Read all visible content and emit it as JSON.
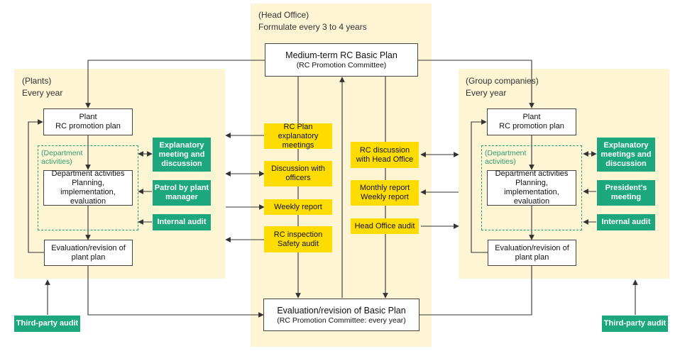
{
  "head_office": {
    "label_line1": "(Head Office)",
    "label_line2": "Formulate every 3 to 4 years",
    "top_box": {
      "title": "Medium-term RC Basic Plan",
      "subtitle": "(RC Promotion Committee)"
    },
    "bottom_box": {
      "title": "Evaluation/revision of Basic Plan",
      "subtitle": "(RC Promotion Committee: every year)"
    },
    "left_items": [
      {
        "line1": "RC Plan explanatory",
        "line2": "meetings"
      },
      {
        "line1": "Discussion with",
        "line2": "officers"
      },
      {
        "line1": "Weekly report",
        "line2": ""
      },
      {
        "line1": "RC inspection",
        "line2": "Safety audit"
      }
    ],
    "right_items": [
      {
        "line1": "RC discussion",
        "line2": "with Head Office"
      },
      {
        "line1": "Monthly report",
        "line2": "Weekly report"
      },
      {
        "line1": "Head Office audit",
        "line2": ""
      }
    ]
  },
  "plants": {
    "label_line1": "(Plants)",
    "label_line2": "Every year",
    "plan": {
      "line1": "Plant",
      "line2": "RC promotion plan"
    },
    "dept_label": {
      "line1": "(Department",
      "line2": "activities)"
    },
    "dept": {
      "line1": "Department activities",
      "line2": "Planning, implementation,",
      "line3": "evaluation"
    },
    "eval": {
      "line1": "Evaluation/revision of",
      "line2": "plant plan"
    },
    "green": [
      {
        "line1": "Explanatory",
        "line2": "meeting and",
        "line3": "discussion"
      },
      {
        "line1": "Patrol by plant",
        "line2": "manager",
        "line3": ""
      },
      {
        "line1": "Internal audit",
        "line2": "",
        "line3": ""
      }
    ],
    "third_party": "Third-party audit"
  },
  "group": {
    "label_line1": "(Group companies)",
    "label_line2": "Every year",
    "plan": {
      "line1": "Plant",
      "line2": "RC promotion plan"
    },
    "dept_label": {
      "line1": "(Department",
      "line2": "activities)"
    },
    "dept": {
      "line1": "Department activities",
      "line2": "Planning, implementation,",
      "line3": "evaluation"
    },
    "eval": {
      "line1": "Evaluation/revision of",
      "line2": "plant plan"
    },
    "green": [
      {
        "line1": "Explanatory",
        "line2": "meetings and",
        "line3": "discussion"
      },
      {
        "line1": "President's",
        "line2": "meeting",
        "line3": ""
      },
      {
        "line1": "Internal audit",
        "line2": "",
        "line3": ""
      }
    ],
    "third_party": "Third-party audit"
  },
  "colors": {
    "panel": "#fdf5d4",
    "yellow": "#ffdc00",
    "green": "#1ca77d",
    "line": "#333333"
  }
}
